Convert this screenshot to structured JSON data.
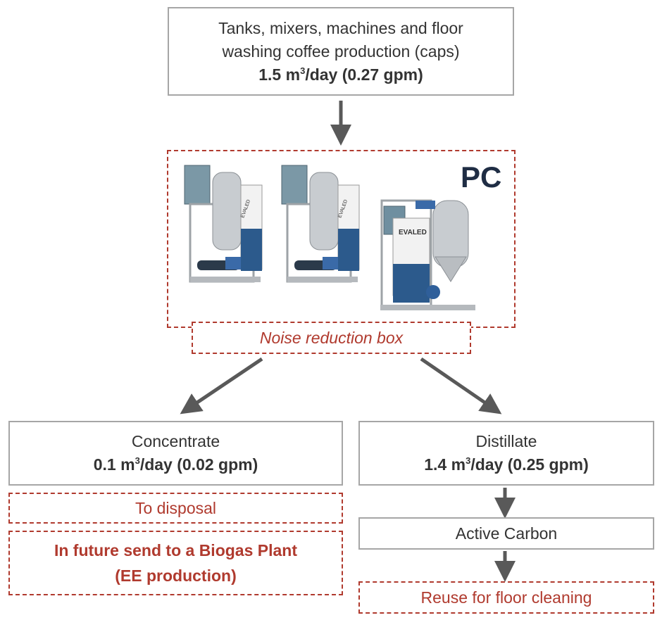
{
  "source": {
    "line1": "Tanks, mixers, machines and floor",
    "line2": "washing coffee production (caps)",
    "flow_value": "1.5 m",
    "flow_sup": "3",
    "flow_rest": "/day (0.27 gpm)"
  },
  "evaporator": {
    "label": "PC",
    "brand": "EVALED",
    "caption": "Noise reduction box"
  },
  "concentrate": {
    "title": "Concentrate",
    "flow_value": "0.1 m",
    "flow_sup": "3",
    "flow_rest": "/day (0.02 gpm)",
    "disposal": "To disposal",
    "future_line1": "In future send to a Biogas Plant",
    "future_line2": "(EE production)"
  },
  "distillate": {
    "title": "Distillate",
    "flow_value": "1.4 m",
    "flow_sup": "3",
    "flow_rest": "/day (0.25 gpm)",
    "carbon": "Active Carbon",
    "reuse": "Reuse for floor cleaning"
  },
  "colors": {
    "accent_red": "#b03a2e",
    "box_border": "#a6a6a6",
    "arrow": "#595959",
    "pc_label": "#1f2d44"
  }
}
